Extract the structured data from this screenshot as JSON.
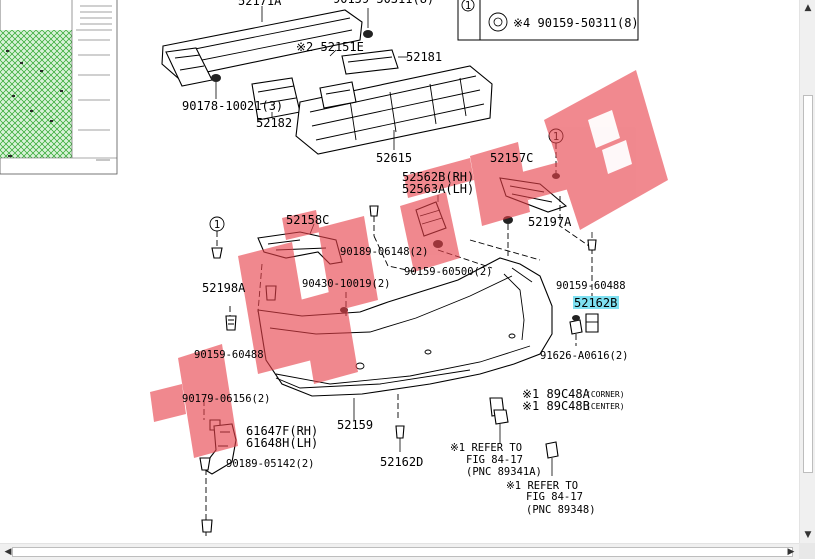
{
  "callouts": {
    "c52171A": "52171A",
    "c52151E": "※2 52151E",
    "c52181": "52181",
    "c90178": "90178-10021(3)",
    "c52182": "52182",
    "c52615": "52615",
    "c52562B": "52562B(RH)",
    "c52563A": "52563A(LH)",
    "c52157C": "52157C",
    "c52158C": "52158C",
    "c90189_06148": "90189-06148(2)",
    "c52197A": "52197A",
    "c90159_60500": "90159-60500(2)",
    "c90430": "90430-10019(2)",
    "c52198A": "52198A",
    "c90159_60488_r": "90159-60488",
    "c52162B": "52162B",
    "c90159_60488_l": "90159-60488",
    "c91626": "91626-A0616(2)",
    "c90179": "90179-06156(2)",
    "c61647F": "61647F(RH)",
    "c61648H": "61648H(LH)",
    "c52159": "52159",
    "c90189_05142": "90189-05142(2)",
    "c52162D": "52162D",
    "c89C48A": "※1 89C48A",
    "c89C48A_note": "(CORNER)",
    "c89C48B": "※1 89C48B",
    "c89C48B_note": "(CENTER)",
    "ref1_a": "※1 REFER TO",
    "ref1_b": "FIG 84-17",
    "ref1_c": "(PNC 89341A)",
    "ref2_a": "※1 REFER TO",
    "ref2_b": "FIG 84-17",
    "ref2_c": "(PNC 89348)",
    "circ_one": "1"
  },
  "legend_box": {
    "marker": "1",
    "part": "※4 90159-50311(8)"
  },
  "highlighted_part": "52162B",
  "watermark_color": "#e8414a",
  "highlight_color": "#7fe1f2",
  "thumbnail_color": "#27a527",
  "scrollbars": {
    "up": "▲",
    "down": "▼",
    "left": "◀",
    "right": "▶"
  }
}
